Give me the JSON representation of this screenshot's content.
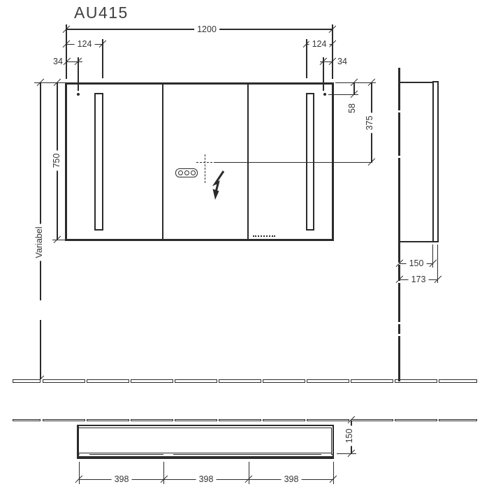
{
  "title": "AU415",
  "colors": {
    "line": "#2b2b2b",
    "text": "#353535",
    "background": "#ffffff"
  },
  "front_view": {
    "width_mm": "1200",
    "light_inset_left": "124",
    "hinge_inset_left": "34",
    "light_inset_right": "124",
    "hinge_inset_right": "34",
    "height_mm": "750",
    "mounting_height_label": "Variabel",
    "socket_top_offset": "58",
    "socket_center_offset": "375"
  },
  "side_view": {
    "cabinet_depth": "150",
    "total_depth": "173"
  },
  "plan_view": {
    "door_widths": [
      "398",
      "398",
      "398"
    ],
    "cabinet_depth": "150"
  },
  "icons": {
    "lightning-bolt-icon": "electrical connection flash arrow",
    "socket-buttons-icon": "triple button / socket panel",
    "crosshair-icon": "electrical outlet centre mark",
    "hinge-dot-icon": "door fixing reference point",
    "brand-marking": "manufacturer marking (illegible at scale)"
  }
}
